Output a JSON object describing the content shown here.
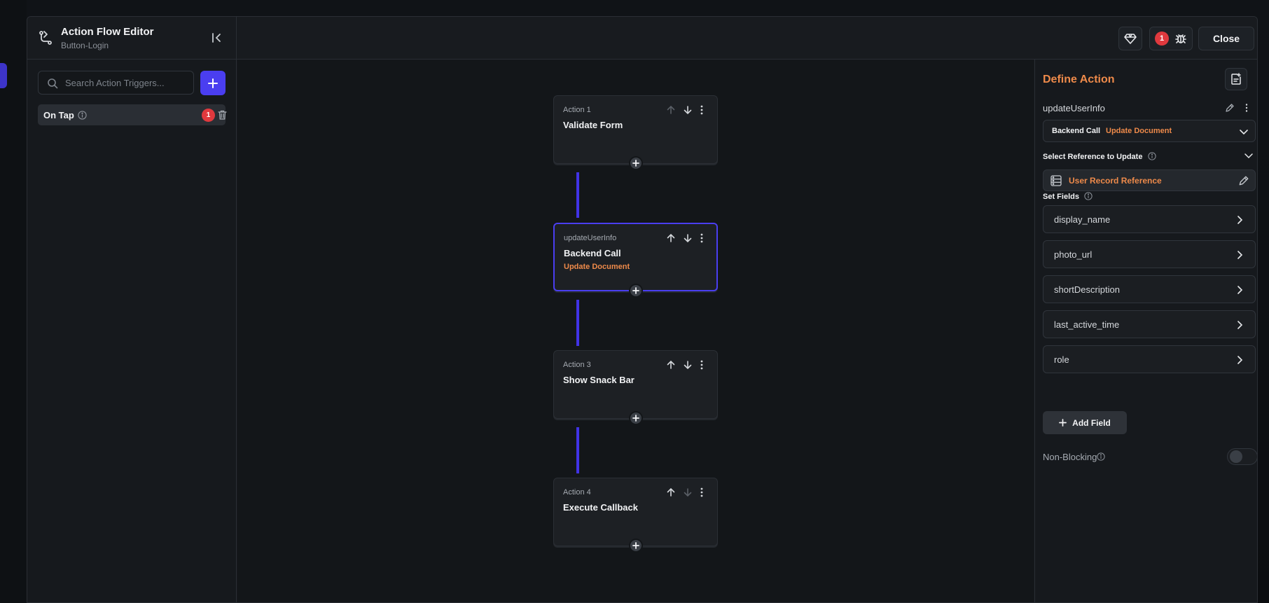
{
  "header": {
    "title": "Action Flow Editor",
    "subtitle": "Button-Login",
    "debug_count": "1",
    "close_label": "Close"
  },
  "left_panel": {
    "search_placeholder": "Search Action Triggers...",
    "trigger": {
      "label": "On Tap",
      "count": "1"
    }
  },
  "flow": {
    "nodes": [
      {
        "label": "Action 1",
        "title": "Validate Form",
        "subtitle": ""
      },
      {
        "label": "updateUserInfo",
        "title": "Backend Call",
        "subtitle": "Update Document"
      },
      {
        "label": "Action 3",
        "title": "Show Snack Bar",
        "subtitle": ""
      },
      {
        "label": "Action 4",
        "title": "Execute Callback",
        "subtitle": ""
      }
    ]
  },
  "right_panel": {
    "title": "Define Action",
    "action_name": "updateUserInfo",
    "action_type": {
      "label": "Backend Call",
      "value": "Update Document"
    },
    "reference_section": "Select Reference to Update",
    "reference_value": "User Record Reference",
    "fields_section": "Set Fields",
    "fields": [
      "display_name",
      "photo_url",
      "shortDescription",
      "last_active_time",
      "role"
    ],
    "add_field_label": "Add Field",
    "non_blocking_label": "Non-Blocking",
    "non_blocking_enabled": false
  },
  "colors": {
    "accent": "#4a3ef0",
    "highlight": "#ee8a4a",
    "danger": "#e0393e"
  }
}
